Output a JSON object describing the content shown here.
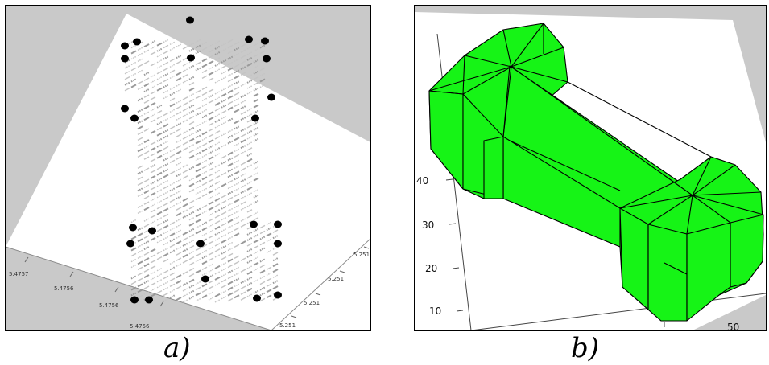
{
  "panels": {
    "a": {
      "caption": "a)",
      "ticks_left": [
        "5.4757",
        "5.4756",
        "5.4756",
        "5.4756"
      ],
      "ticks_right": [
        "5.251",
        "5.251",
        "5.251",
        "5.251"
      ]
    },
    "b": {
      "caption": "b)",
      "y_ticks": [
        "40",
        "30",
        "20",
        "10"
      ],
      "x_tick_partial": "50",
      "model_color": "#16f416"
    }
  }
}
